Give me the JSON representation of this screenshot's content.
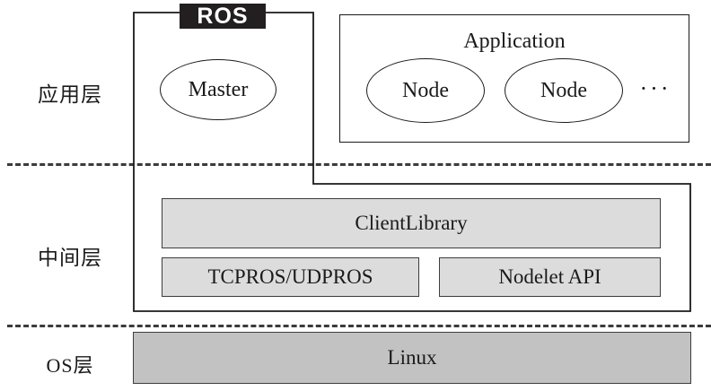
{
  "diagram": {
    "title": "ROS architecture layered diagram",
    "colors": {
      "tag_background": "#231f20",
      "tag_text": "#ffffff",
      "middle_bar_fill": "#dcdcdc",
      "os_bar_fill": "#c2c2c2",
      "stroke": "#1a1a1a",
      "divider": "#3b3b3b"
    }
  },
  "layers": [
    {
      "id": "application",
      "label": "应用层"
    },
    {
      "id": "middleware",
      "label": "中间层"
    },
    {
      "id": "os",
      "label": "OS层"
    }
  ],
  "ros": {
    "tag_label": "ROS"
  },
  "application_layer": {
    "master": {
      "label": "Master"
    },
    "application_box": {
      "title": "Application",
      "nodes": [
        {
          "label": "Node"
        },
        {
          "label": "Node"
        }
      ],
      "ellipsis": "···"
    }
  },
  "middle_layer": {
    "bars": [
      {
        "id": "client-library",
        "label": "ClientLibrary"
      },
      {
        "id": "tcpros-udpros",
        "label": "TCPROS/UDPROS"
      },
      {
        "id": "nodelet-api",
        "label": "Nodelet API"
      }
    ]
  },
  "os_layer": {
    "bar": {
      "id": "linux",
      "label": "Linux"
    }
  }
}
